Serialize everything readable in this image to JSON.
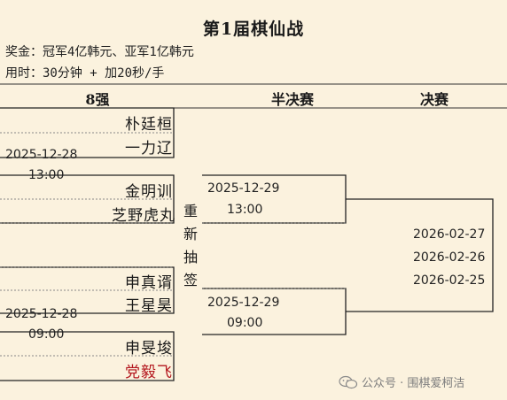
{
  "title": "第1届棋仙战",
  "prize": "奖金：冠军4亿韩元、亚军1亿韩元",
  "time_control": "用时：30分钟 + 加20秒/手",
  "columns": {
    "r8": "8强",
    "semi": "半决赛",
    "final": "决赛"
  },
  "quarterfinals": [
    {
      "players": [
        "朴廷桓",
        "一力辽"
      ],
      "red": [
        false,
        false
      ]
    },
    {
      "players": [
        "金明训",
        "芝野虎丸"
      ],
      "red": [
        false,
        false
      ]
    },
    {
      "players": [
        "申真谞",
        "王星昊"
      ],
      "red": [
        false,
        false
      ]
    },
    {
      "players": [
        "申旻埈",
        "党毅飞"
      ],
      "red": [
        false,
        true
      ]
    }
  ],
  "qf_schedule": [
    {
      "date": "2025-12-28",
      "time": "13:00"
    },
    {
      "date": "2025-12-28",
      "time": "09:00"
    }
  ],
  "redraw_note": "重新抽签",
  "semifinals": [
    {
      "date": "2025-12-29",
      "time": "13:00"
    },
    {
      "date": "2025-12-29",
      "time": "09:00"
    }
  ],
  "final_dates": [
    "2026-02-27",
    "2026-02-26",
    "2026-02-25"
  ],
  "watermark": "公众号 · 围棋爱柯洁",
  "colors": {
    "background": "#fbf2de",
    "line": "#222222",
    "highlight": "#b3161d"
  }
}
